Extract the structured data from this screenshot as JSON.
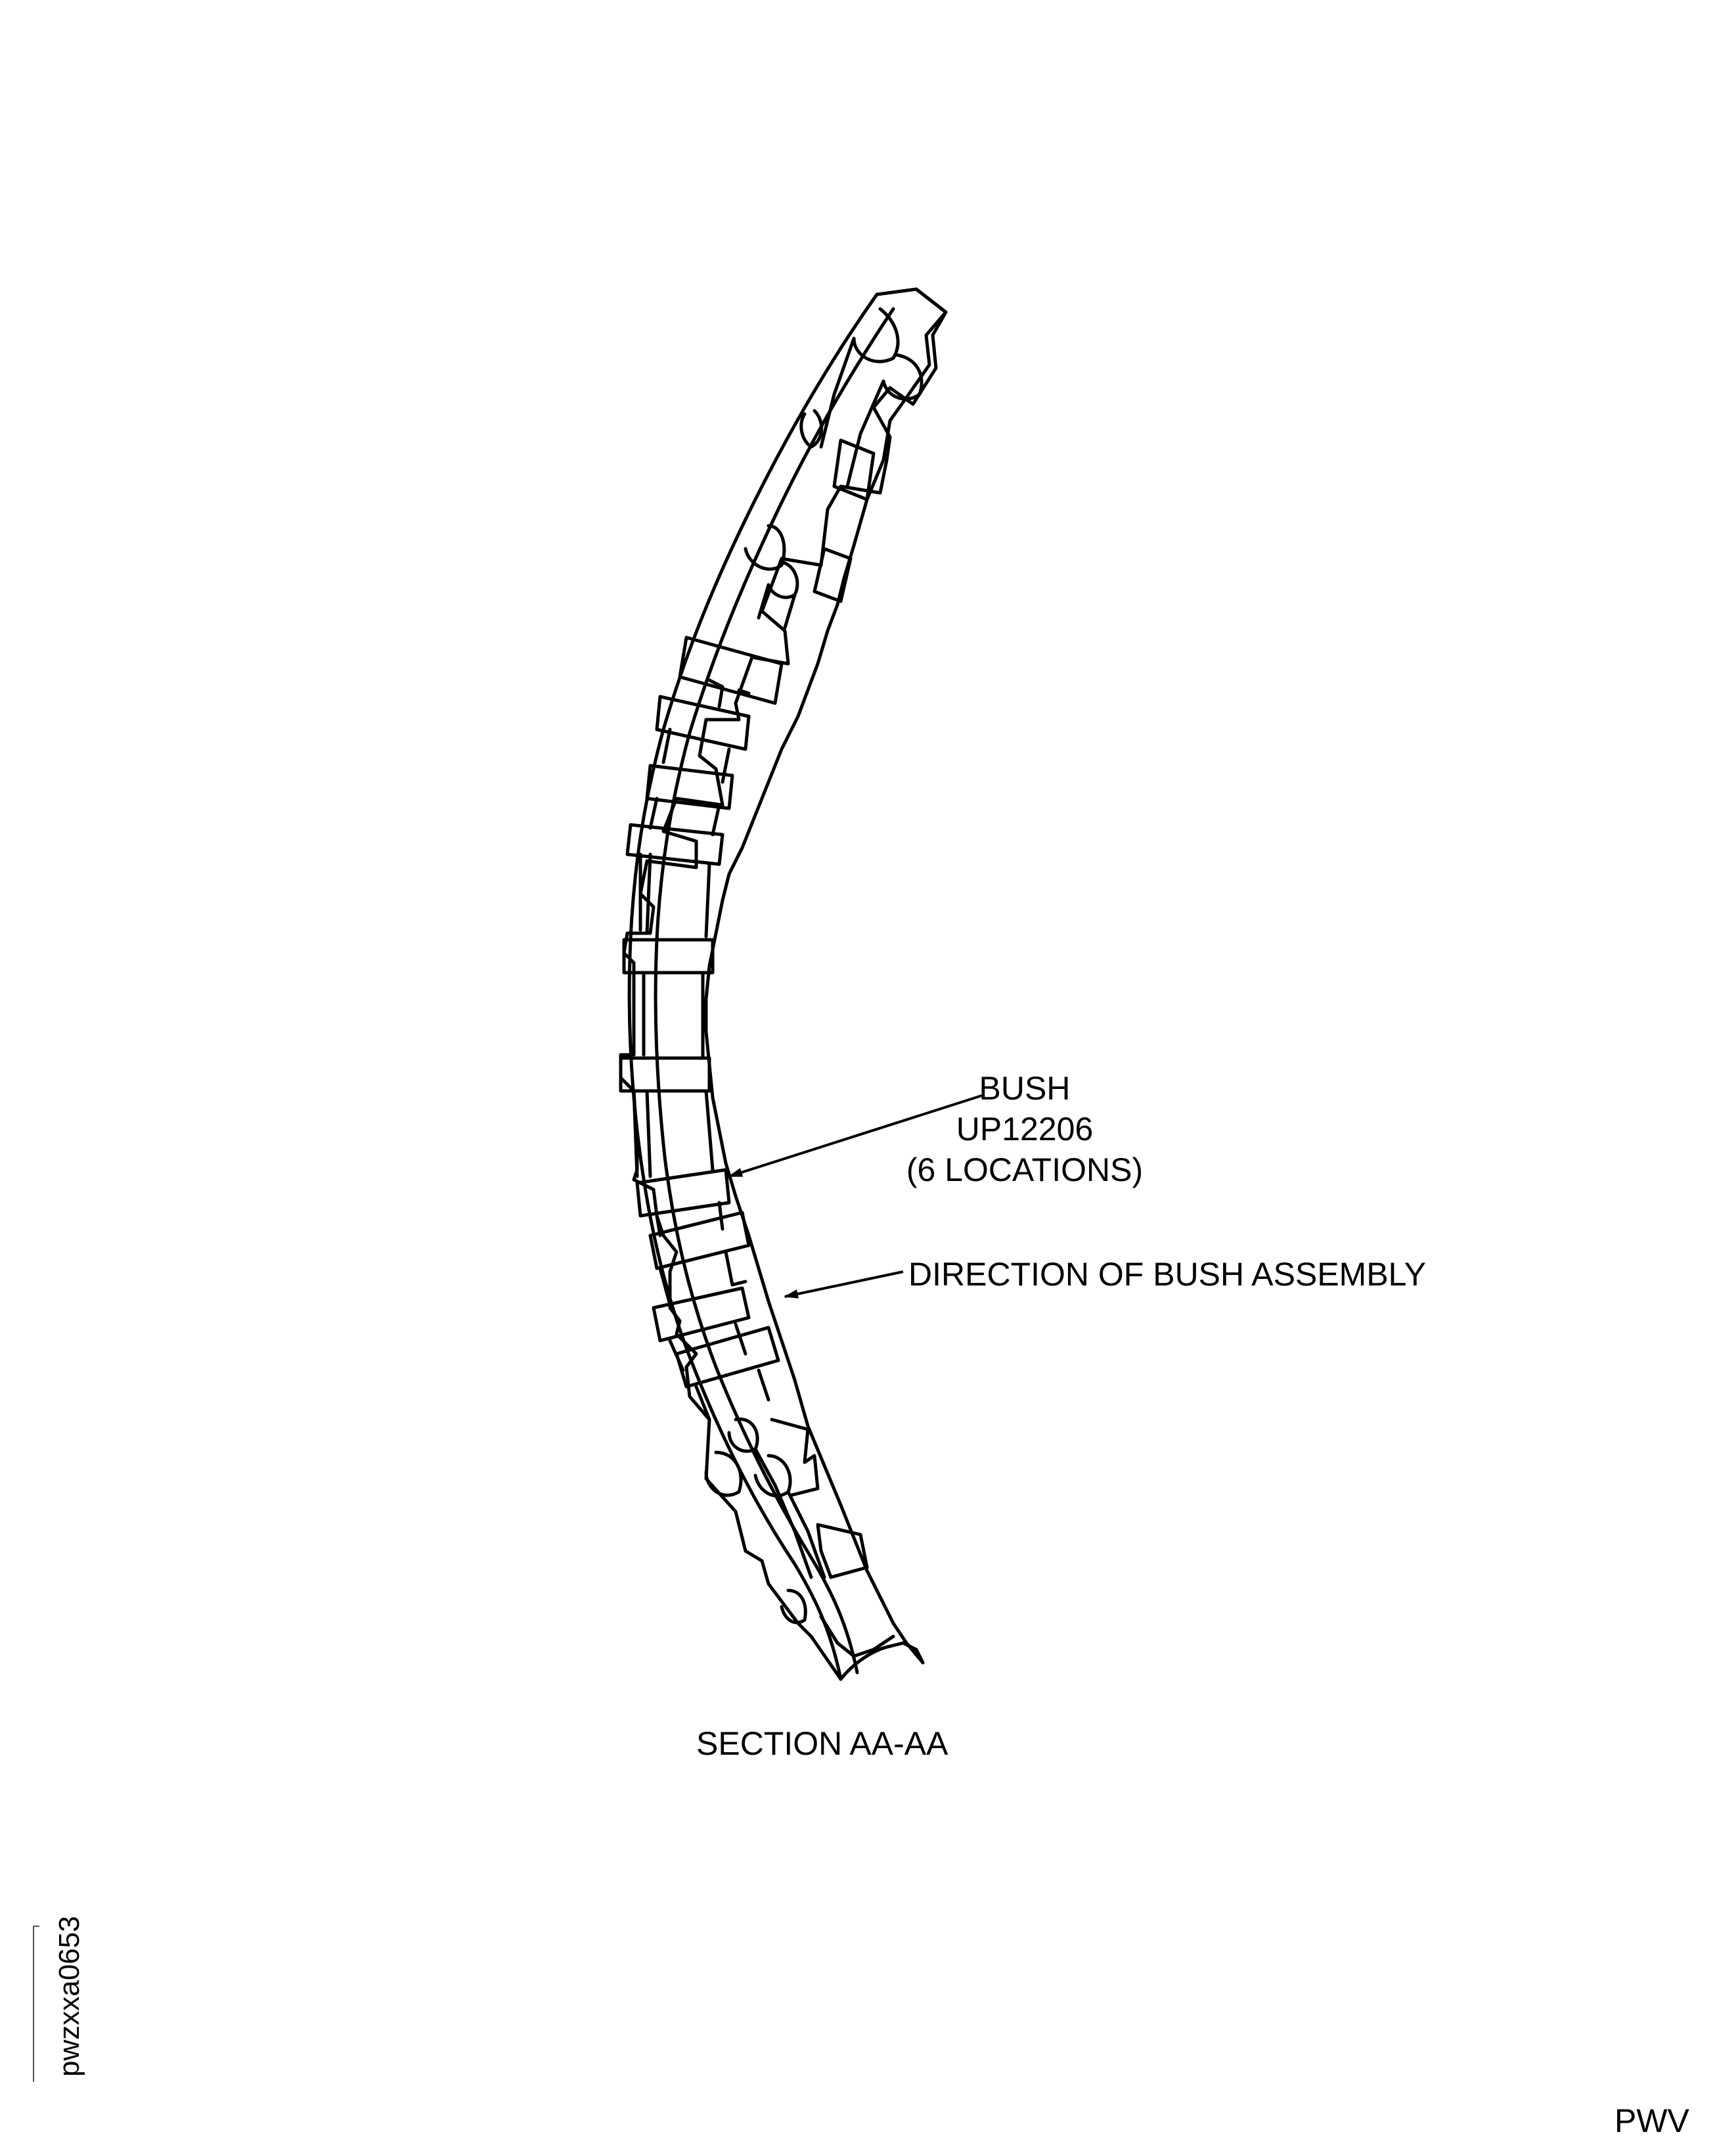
{
  "diagram": {
    "callouts": {
      "bush": {
        "line1": "BUSH",
        "line2": "UP12206",
        "line3": "(6 LOCATIONS)"
      },
      "direction": "DIRECTION OF BUSH ASSEMBLY"
    },
    "section_title": "SECTION AA-AA",
    "page_code": "PWV",
    "figure_id": "pwzxxa0653"
  },
  "colors": {
    "line": "#000000",
    "background": "#ffffff"
  }
}
